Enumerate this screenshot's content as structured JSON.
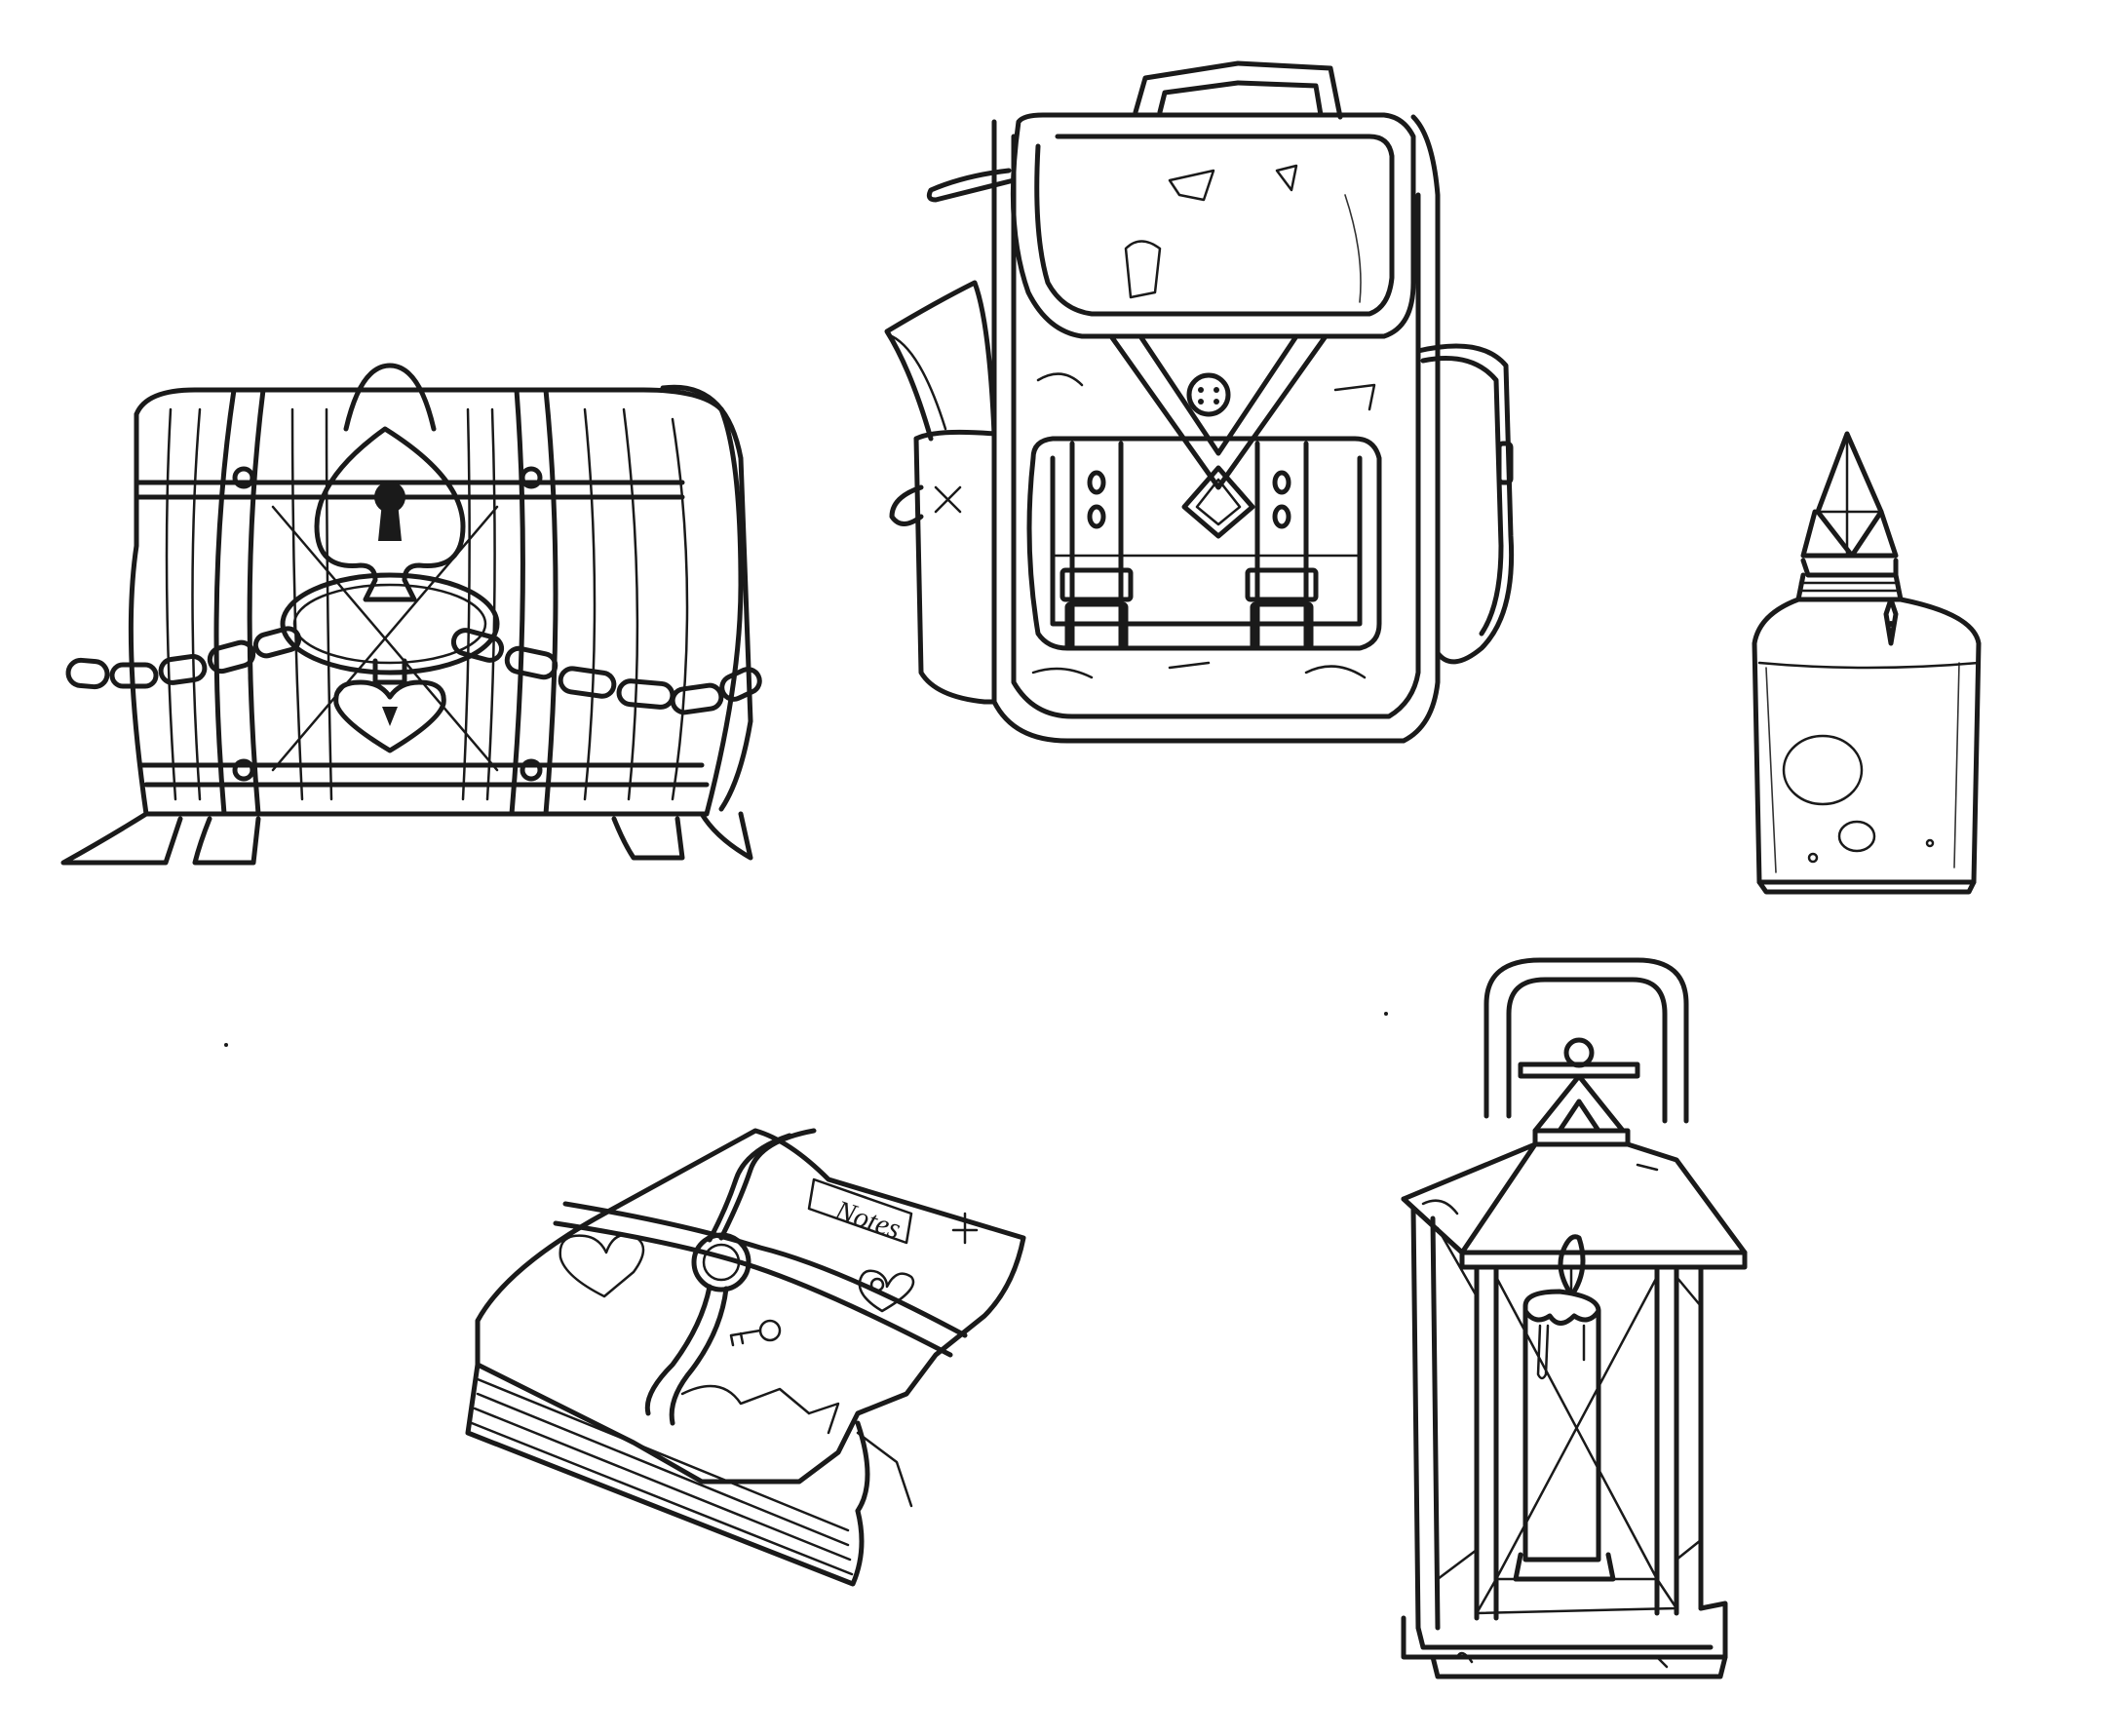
{
  "colors": {
    "background": "#ffffff",
    "ink": "#1a1a1a"
  },
  "illustrations": [
    {
      "id": "treasure-chest",
      "icon": "chained-chest-icon"
    },
    {
      "id": "backpack",
      "icon": "backpack-icon"
    },
    {
      "id": "potion-bottle",
      "icon": "potion-bottle-icon"
    },
    {
      "id": "journal",
      "icon": "bound-journal-icon"
    },
    {
      "id": "lantern",
      "icon": "candle-lantern-icon"
    }
  ],
  "journal": {
    "label_text": "Notes"
  }
}
